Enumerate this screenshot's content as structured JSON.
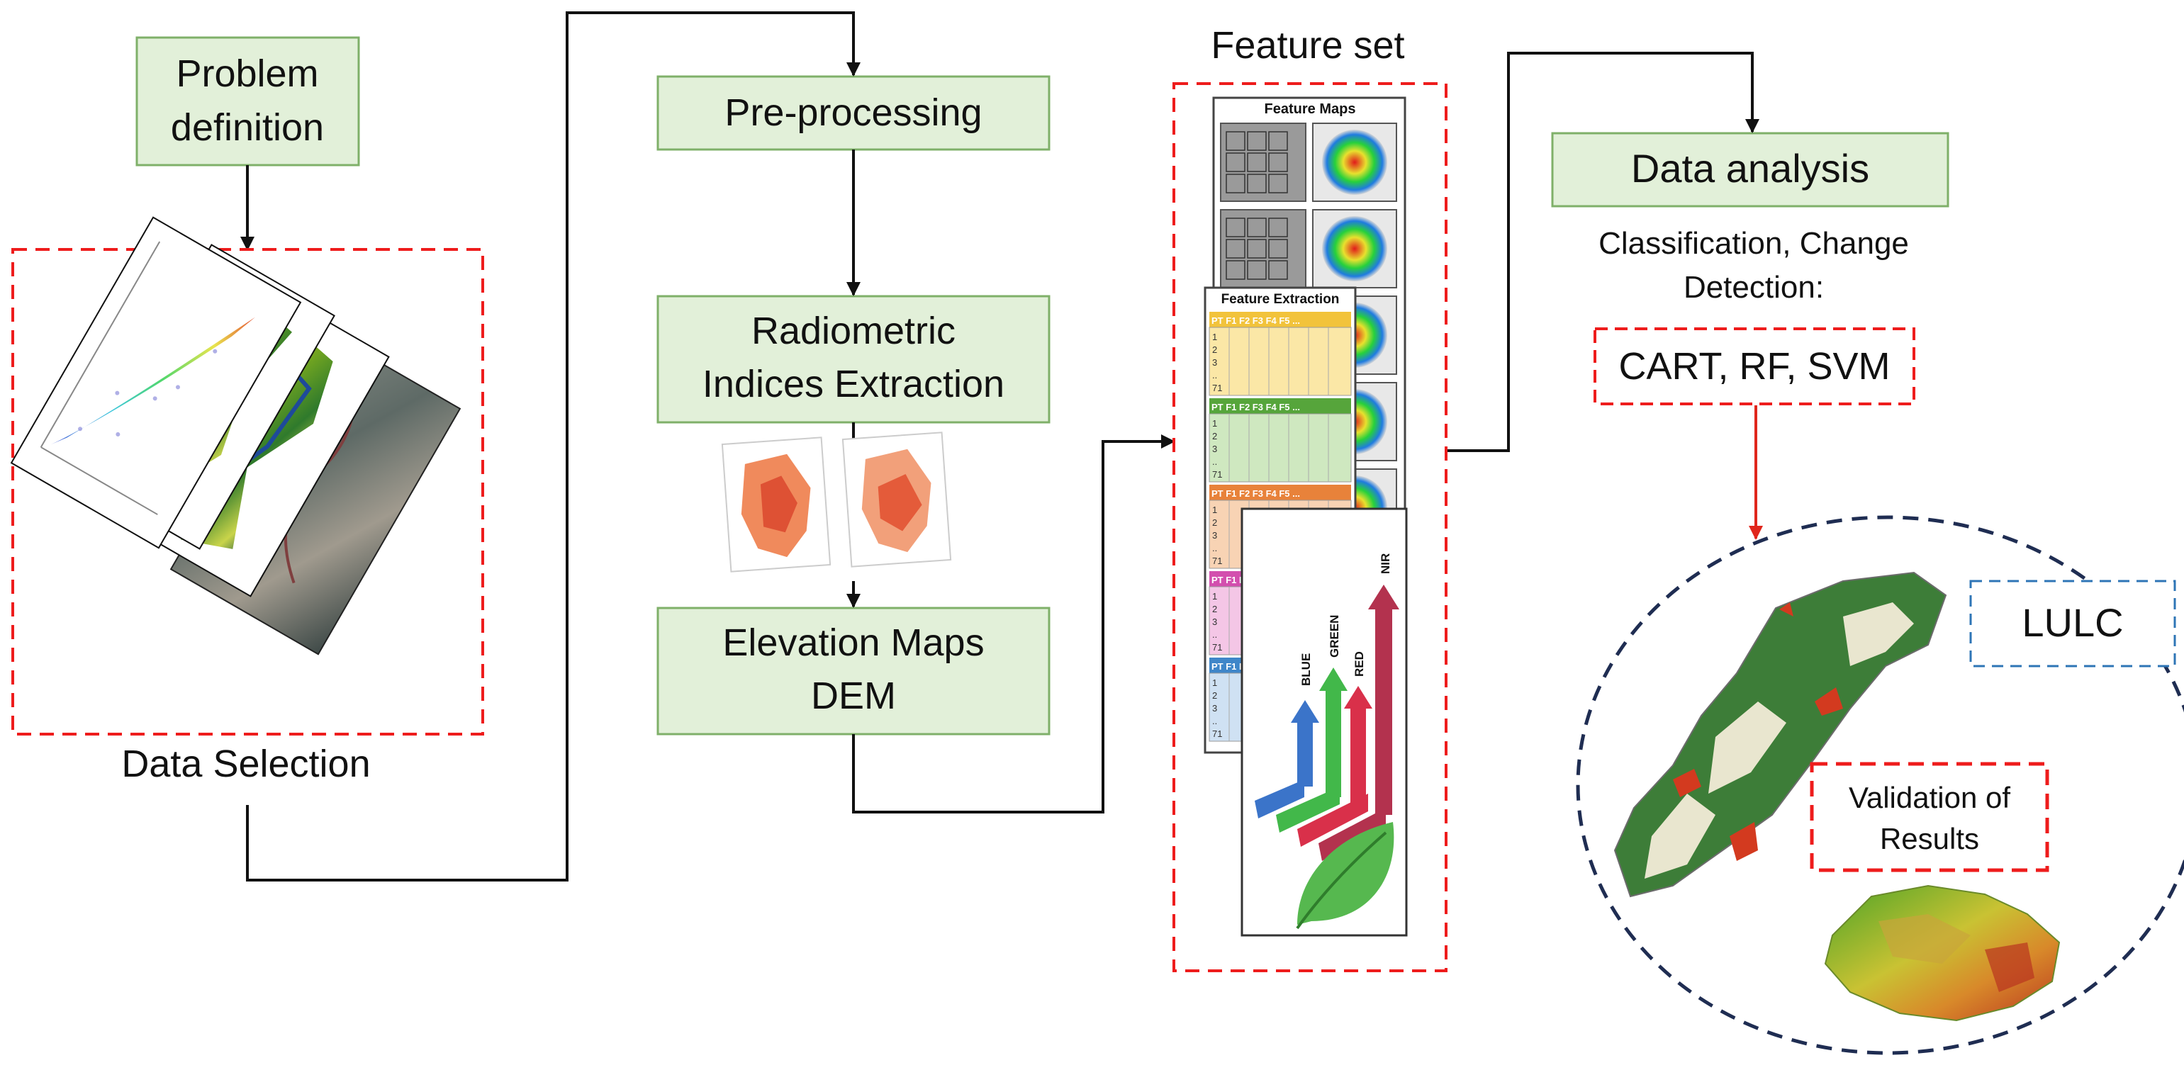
{
  "steps": {
    "problem": [
      "Problem",
      "definition"
    ],
    "preprocessing": "Pre-processing",
    "radiometric": [
      "Radiometric",
      "Indices Extraction"
    ],
    "elevation": [
      "Elevation Maps",
      "DEM"
    ],
    "data_analysis": "Data analysis"
  },
  "labels": {
    "data_selection": "Data Selection",
    "feature_set": "Feature set",
    "analysis_subtitle": [
      "Classification, Change",
      "Detection:"
    ],
    "algorithms": "CART, RF, SVM",
    "lulc": "LULC",
    "validation": [
      "Validation of",
      "Results"
    ]
  },
  "feature_panel": {
    "maps_title": "Feature Maps",
    "extraction_title": "Feature Extraction",
    "band_labels": [
      "BLUE",
      "GREEN",
      "RED",
      "NIR"
    ],
    "row_labels": [
      "1",
      "2",
      "3",
      "..",
      "71"
    ],
    "col_header": "PT",
    "feature_cells": [
      "F1",
      "F2",
      "F3",
      "F4",
      "F5",
      "..."
    ]
  },
  "colors": {
    "step_fill": "#e2f0d9",
    "step_border": "#7fb069",
    "red_dash": "#ee1c1c",
    "navy_dash": "#1f2d52",
    "blue_dash": "#2e75b6",
    "arrow": "#111111",
    "red_arrow": "#e0261c"
  }
}
